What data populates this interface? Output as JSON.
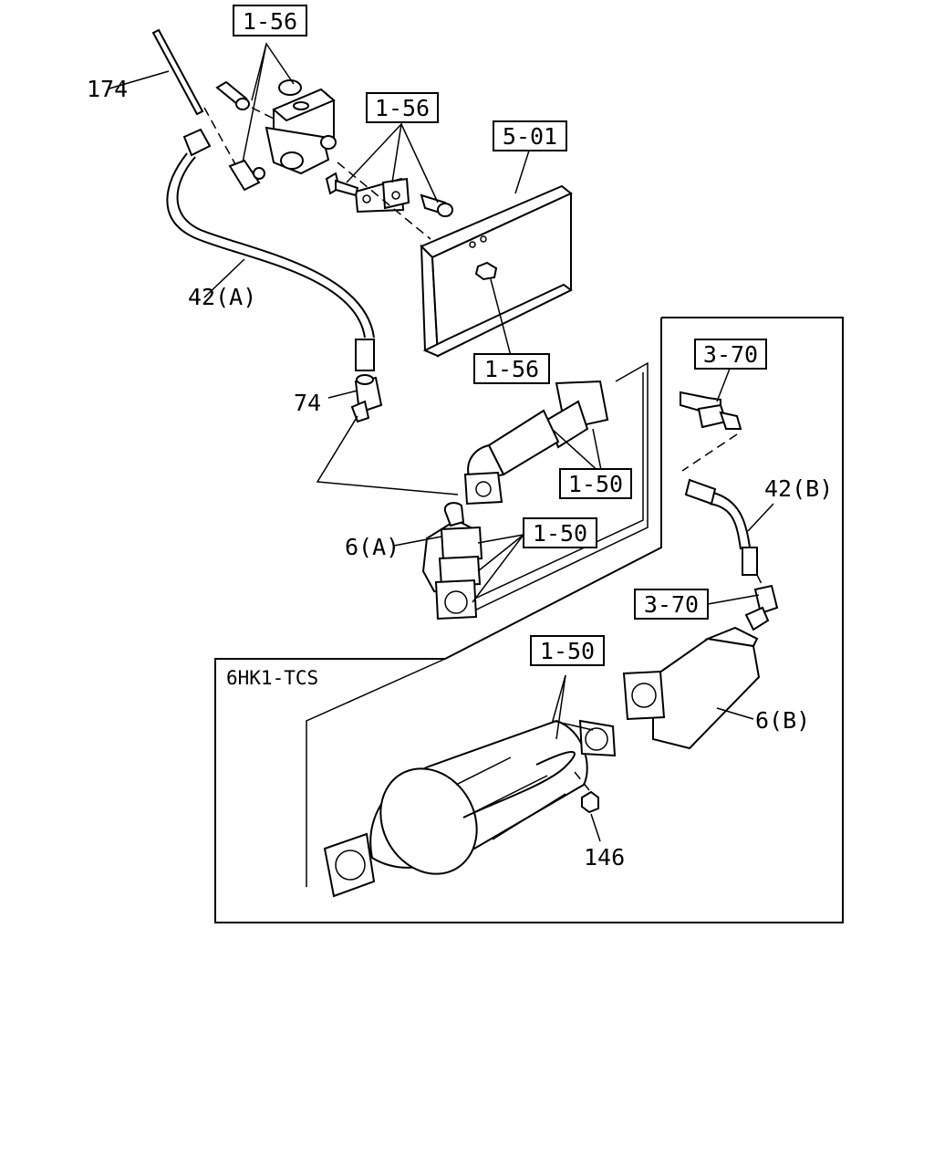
{
  "labels": {
    "ref_1_56_top": "1-56",
    "ref_1_56_mid": "1-56",
    "ref_5_01": "5-01",
    "ref_1_56_low": "1-56",
    "ref_3_70_top": "3-70",
    "ref_1_50_a": "1-50",
    "ref_1_50_b": "1-50",
    "ref_3_70_low": "3-70",
    "ref_1_50_c": "1-50",
    "part_174": "174",
    "part_42a": "42(A)",
    "part_74": "74",
    "part_6a": "6(A)",
    "part_42b": "42(B)",
    "part_6b": "6(B)",
    "part_146": "146",
    "variant": "6HK1-TCS"
  }
}
